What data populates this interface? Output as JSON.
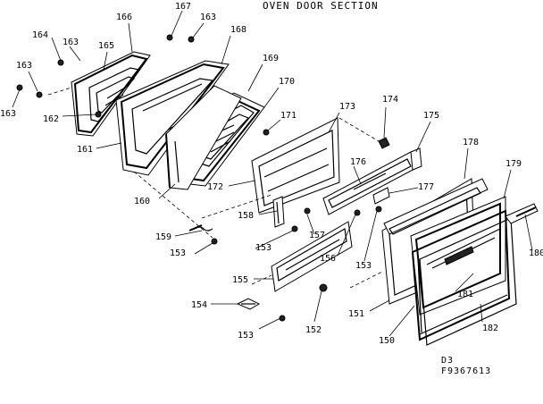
{
  "title": "OVEN DOOR SECTION",
  "codes": {
    "line1": "D3",
    "line2": "F9367613"
  },
  "parts": {
    "p150": "150",
    "p151": "151",
    "p152": "152",
    "p153a": "153",
    "p153b": "153",
    "p153c": "153",
    "p153d": "153",
    "p154": "154",
    "p155": "155",
    "p156": "156",
    "p157": "157",
    "p158": "158",
    "p159": "159",
    "p160": "160",
    "p161": "161",
    "p162": "162",
    "p163a": "163",
    "p163b": "163",
    "p163c": "163",
    "p163d": "163",
    "p163e": "163",
    "p164": "164",
    "p165": "165",
    "p166": "166",
    "p167": "167",
    "p168": "168",
    "p169": "169",
    "p170": "170",
    "p171": "171",
    "p172": "172",
    "p173": "173",
    "p174": "174",
    "p175": "175",
    "p176": "176",
    "p177": "177",
    "p178": "178",
    "p179": "179",
    "p180": "180",
    "p181": "181",
    "p182": "182"
  }
}
